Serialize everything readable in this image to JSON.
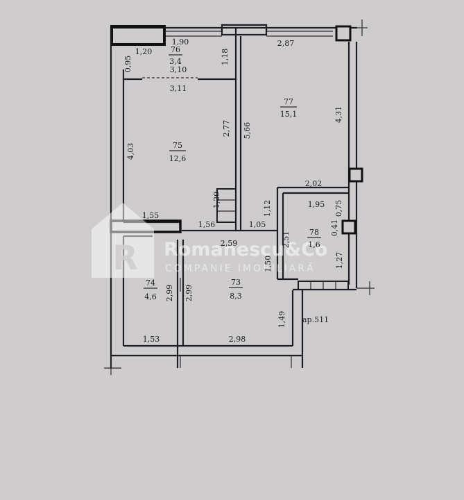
{
  "watermark": {
    "logo_letter": "R",
    "title": "Romanescu&Co",
    "subtitle": "COMPANIE IMOBILIARĂ"
  },
  "rooms": [
    {
      "number": "76",
      "area": "3,4"
    },
    {
      "number": "77",
      "area": "15,1"
    },
    {
      "number": "75",
      "area": "12,6"
    },
    {
      "number": "78",
      "area": "1,6"
    },
    {
      "number": "74",
      "area": "4,6"
    },
    {
      "number": "73",
      "area": "8,3"
    }
  ],
  "dimensions": {
    "d_1_20": "1,20",
    "d_1_90": "1,90",
    "d_2_87": "2,87",
    "d_0_95": "0,95",
    "d_1_18": "1,18",
    "d_3_10": "3,10",
    "d_3_11": "3,11",
    "d_4_31": "4,31",
    "d_4_03": "4,03",
    "d_2_77": "2,77",
    "d_5_66": "5,66",
    "d_1_29": "1,29",
    "d_2_02": "2,02",
    "d_1_95": "1,95",
    "d_0_75": "0,75",
    "d_1_12": "1,12",
    "d_1_55": "1,55",
    "d_1_56": "1,56",
    "d_1_05": "1,05",
    "d_0_41": "0,41",
    "d_2_51": "2,51",
    "d_2_59": "2,59",
    "d_1_50": "1,50",
    "d_1_27": "1,27",
    "d_2_99_a": "2,99",
    "d_2_99_b": "2,99",
    "d_1_49": "1,49",
    "d_1_53": "1,53",
    "d_2_98": "2,98"
  },
  "apartment_label": "ap.511"
}
